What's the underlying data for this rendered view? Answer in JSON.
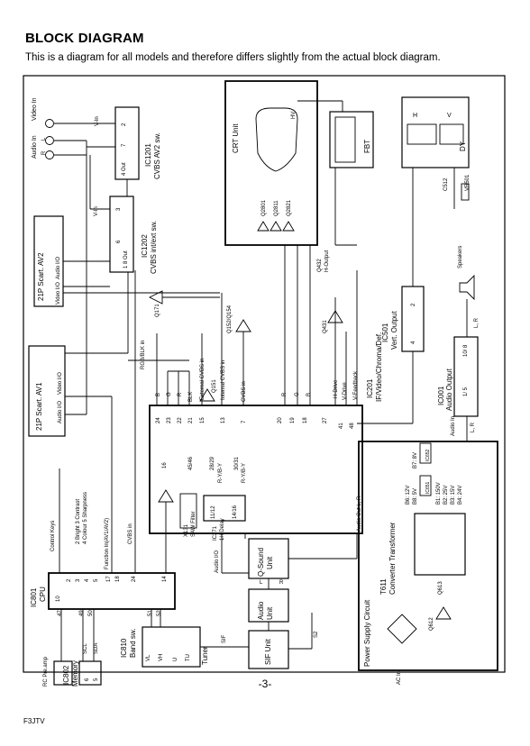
{
  "header": {
    "title": "BLOCK DIAGRAM",
    "subtitle": "This is a diagram for all models and therefore differs slightly from the actual block diagram."
  },
  "footer": {
    "page": "-3-",
    "code": "F3JTV"
  },
  "blocks": {
    "ic1201": {
      "name": "IC1201",
      "func": "CVBS AV2 sw.",
      "pins": [
        "2",
        "7",
        "4 Out"
      ]
    },
    "ic1202": {
      "name": "IC1202",
      "func": "CVBS int/ext sw.",
      "pins": [
        "3",
        "6",
        "1 8 Out"
      ]
    },
    "crt": {
      "name": "CRT Unit",
      "transistors": [
        "Q2801",
        "Q2811",
        "Q2821"
      ],
      "hv": "HV"
    },
    "fbt": {
      "name": "FBT"
    },
    "dy": {
      "name": "DY",
      "coil_h": "H",
      "coil_v": "V"
    },
    "c512": "C512",
    "vr501": "VR501",
    "scart_av2": {
      "name": "21P Scart. AV2",
      "pins": [
        "Audio I/O",
        "Video I/O"
      ]
    },
    "scart_av1": {
      "name": "21P Scart. AV1",
      "pins": [
        "Audio I/O",
        "Video I/O"
      ]
    },
    "q432": {
      "name": "Q432",
      "func": "H-Output"
    },
    "q431": "Q431",
    "q171": "Q171",
    "q152": "Q152/Q154",
    "q151": "Q151",
    "ic501": {
      "name": "IC501",
      "func": "Vert. Output",
      "pins": [
        "2",
        "4"
      ]
    },
    "ic201": {
      "name": "IC201",
      "func": "IF/Video/Chroma/Def.",
      "pins_top": [
        "24",
        "23",
        "22",
        "21",
        "15",
        "13",
        "7",
        "20",
        "19",
        "18",
        "27",
        "41",
        "48"
      ],
      "pins_left": [
        "16",
        "45/46",
        "28/29",
        "30/31"
      ],
      "sigs": [
        "B",
        "G",
        "R",
        "BLK",
        "External CVBS in",
        "Internal CVBS in",
        "CVBS in",
        "R",
        "G",
        "B",
        "H-Drive",
        "V-Drive",
        "V-Feedback"
      ]
    },
    "ic001": {
      "name": "IC001",
      "func": "Audio Output",
      "pins": [
        "10/ 8",
        "1/ 5"
      ]
    },
    "speakers": {
      "name": "Speakers",
      "lr": "L, R"
    },
    "rgb_blk": "RGB/BLK in",
    "audio_in_lr": {
      "label": "Audio In",
      "lr": "L, R"
    },
    "audio_out_lr": "Audio Out L, R",
    "ic801": {
      "name": "IC801",
      "func": "CPU",
      "pins": [
        "10",
        "2",
        "3",
        "4",
        "5",
        "17",
        "18",
        "24",
        "14",
        "47",
        "49",
        "50",
        "51",
        "52"
      ]
    },
    "control_keys": {
      "name": "Control Keys",
      "list1": "2 Bright 3 Contrast",
      "list2": "4 Colour 5 Sharpness"
    },
    "function_in": "Function In(AV1/AV2)",
    "cvbs_in": "CVBS in",
    "audio_io": "Audio I/O",
    "x131": {
      "name": "X131",
      "func": "SAW Filter"
    },
    "ic271": {
      "name": "IC271",
      "func": "1H Delay",
      "pins": [
        "11/12",
        "14/16"
      ]
    },
    "ryby": [
      "R-Y/B-Y",
      "R-Y/B-Y"
    ],
    "qsound": {
      "name": "Q-Sound",
      "func": "Unit",
      "lr": [
        "L",
        "R"
      ]
    },
    "audio_unit": {
      "name": "Audio",
      "func": "Unit"
    },
    "sif_unit": "SIF Unit",
    "sif": "SIF",
    "s2": "S2",
    "ic810": {
      "name": "IC810",
      "func": "Band sw."
    },
    "tuner": {
      "name": "Tuner",
      "pins": [
        "VL",
        "VH",
        "U",
        "TU"
      ]
    },
    "ic802": {
      "name": "IC802",
      "func": "Memory",
      "pins": [
        "6",
        "5"
      ],
      "bus": [
        "SCL",
        "SDA"
      ]
    },
    "rc": "RC Pre.amp",
    "power": {
      "name": "Power Supply Circuit",
      "ac": "AC In",
      "q613": "Q613",
      "q612": "Q612"
    },
    "t611": {
      "name": "T611",
      "func": "Converter Transformer",
      "out": [
        "B6: 12V",
        "B8: 5V",
        "B1: 150V",
        "B2: 25V",
        "B3: 15V",
        "B4: 24V",
        "B7: 8V"
      ],
      "ics": [
        "IC652",
        "IC651"
      ]
    },
    "misc": {
      "video_in": "Video In",
      "audio_in_l": "Audio In",
      "l": "L",
      "r": "R",
      "v_in": "V-In",
      "v_in2": "V-In"
    }
  }
}
